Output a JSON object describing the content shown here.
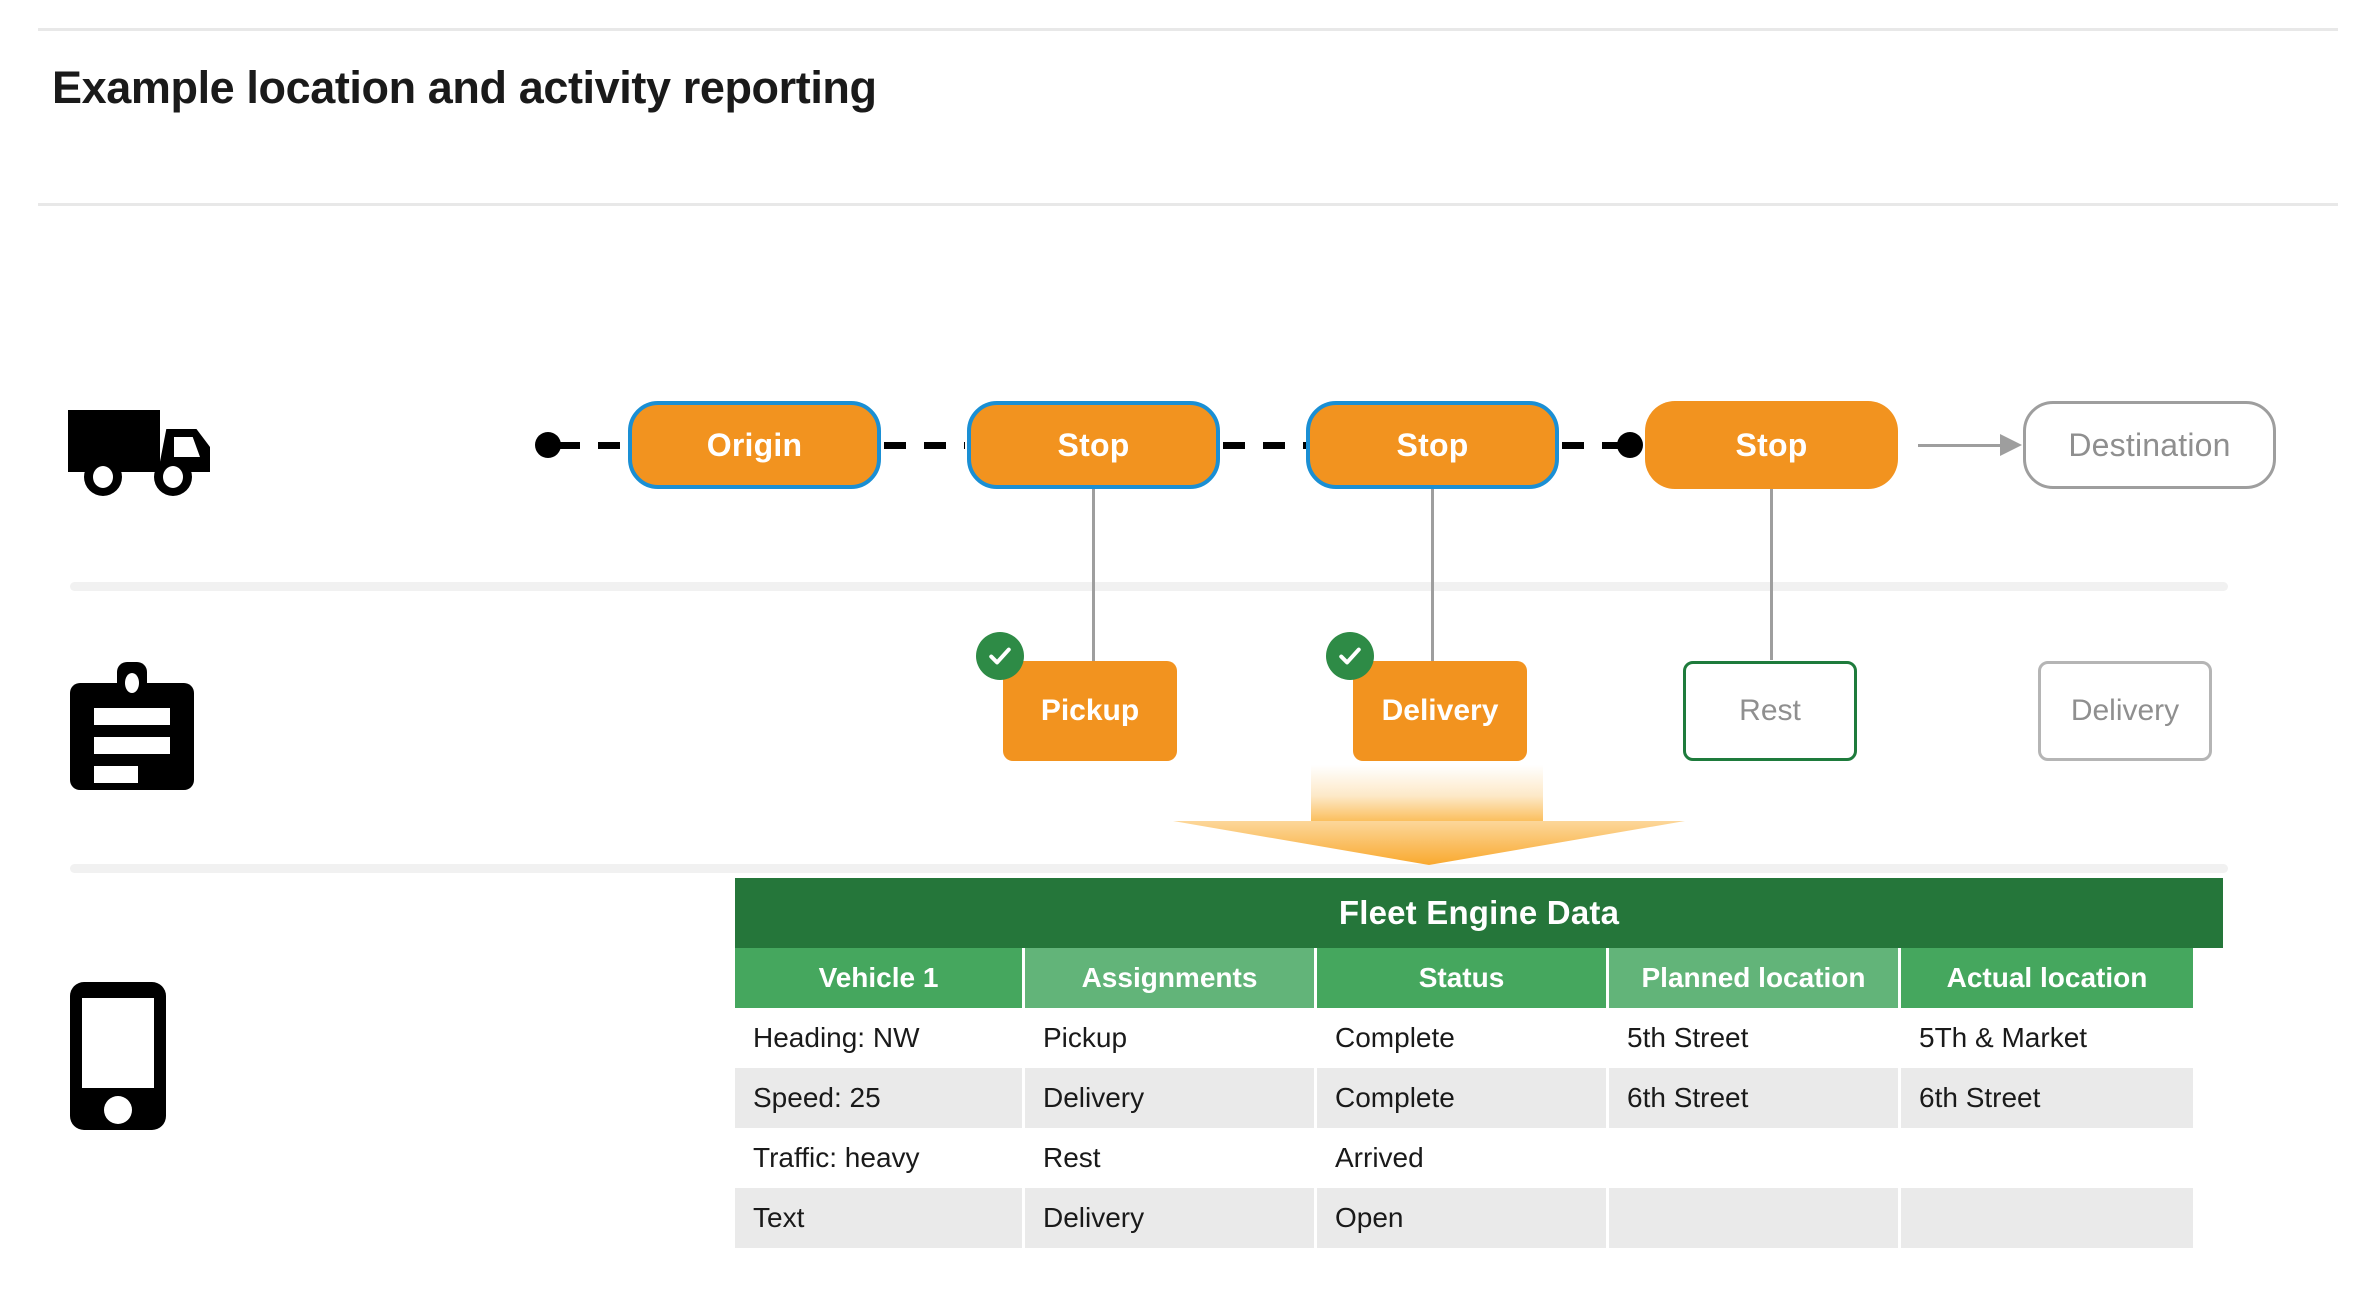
{
  "page": {
    "title": "Example location and activity reporting"
  },
  "rails": [
    {
      "icon": "truck-icon",
      "label": "vehicle-route"
    },
    {
      "icon": "clipboard-icon",
      "label": "task-activity"
    },
    {
      "icon": "phone-icon",
      "label": "driver-device"
    }
  ],
  "route": {
    "nodes": [
      {
        "label": "Origin",
        "state": "active"
      },
      {
        "label": "Stop",
        "state": "active"
      },
      {
        "label": "Stop",
        "state": "active"
      },
      {
        "label": "Stop",
        "state": "plain"
      },
      {
        "label": "Destination",
        "state": "ghost"
      }
    ],
    "colors": {
      "pill_fill": "#F2931F",
      "pill_border": "#1a8fd4",
      "ghost_border": "#9e9e9e",
      "ghost_text": "#8f8f8f",
      "dash": "#000000",
      "connector": "#9e9e9e"
    }
  },
  "activities": [
    {
      "label": "Pickup",
      "state": "done",
      "completed": true
    },
    {
      "label": "Delivery",
      "state": "done",
      "completed": true
    },
    {
      "label": "Rest",
      "state": "open",
      "completed": false
    },
    {
      "label": "Delivery",
      "state": "idle",
      "completed": false
    }
  ],
  "table": {
    "title": "Fleet Engine Data",
    "columns": [
      "Vehicle 1",
      "Assignments",
      "Status",
      "Planned location",
      "Actual location"
    ],
    "rows": [
      [
        "Heading: NW",
        "Pickup",
        "Complete",
        "5th Street",
        "5Th & Market"
      ],
      [
        "Speed: 25",
        "Delivery",
        "Complete",
        "6th Street",
        "6th Street"
      ],
      [
        "Traffic: heavy",
        "Rest",
        "Arrived",
        "",
        ""
      ],
      [
        "Text",
        "Delivery",
        "Open",
        "",
        ""
      ]
    ],
    "colors": {
      "title_bg": "#25763a",
      "header_dark": "#45a75e",
      "header_light": "#62b479",
      "row_alt": "#eaeaea"
    }
  }
}
